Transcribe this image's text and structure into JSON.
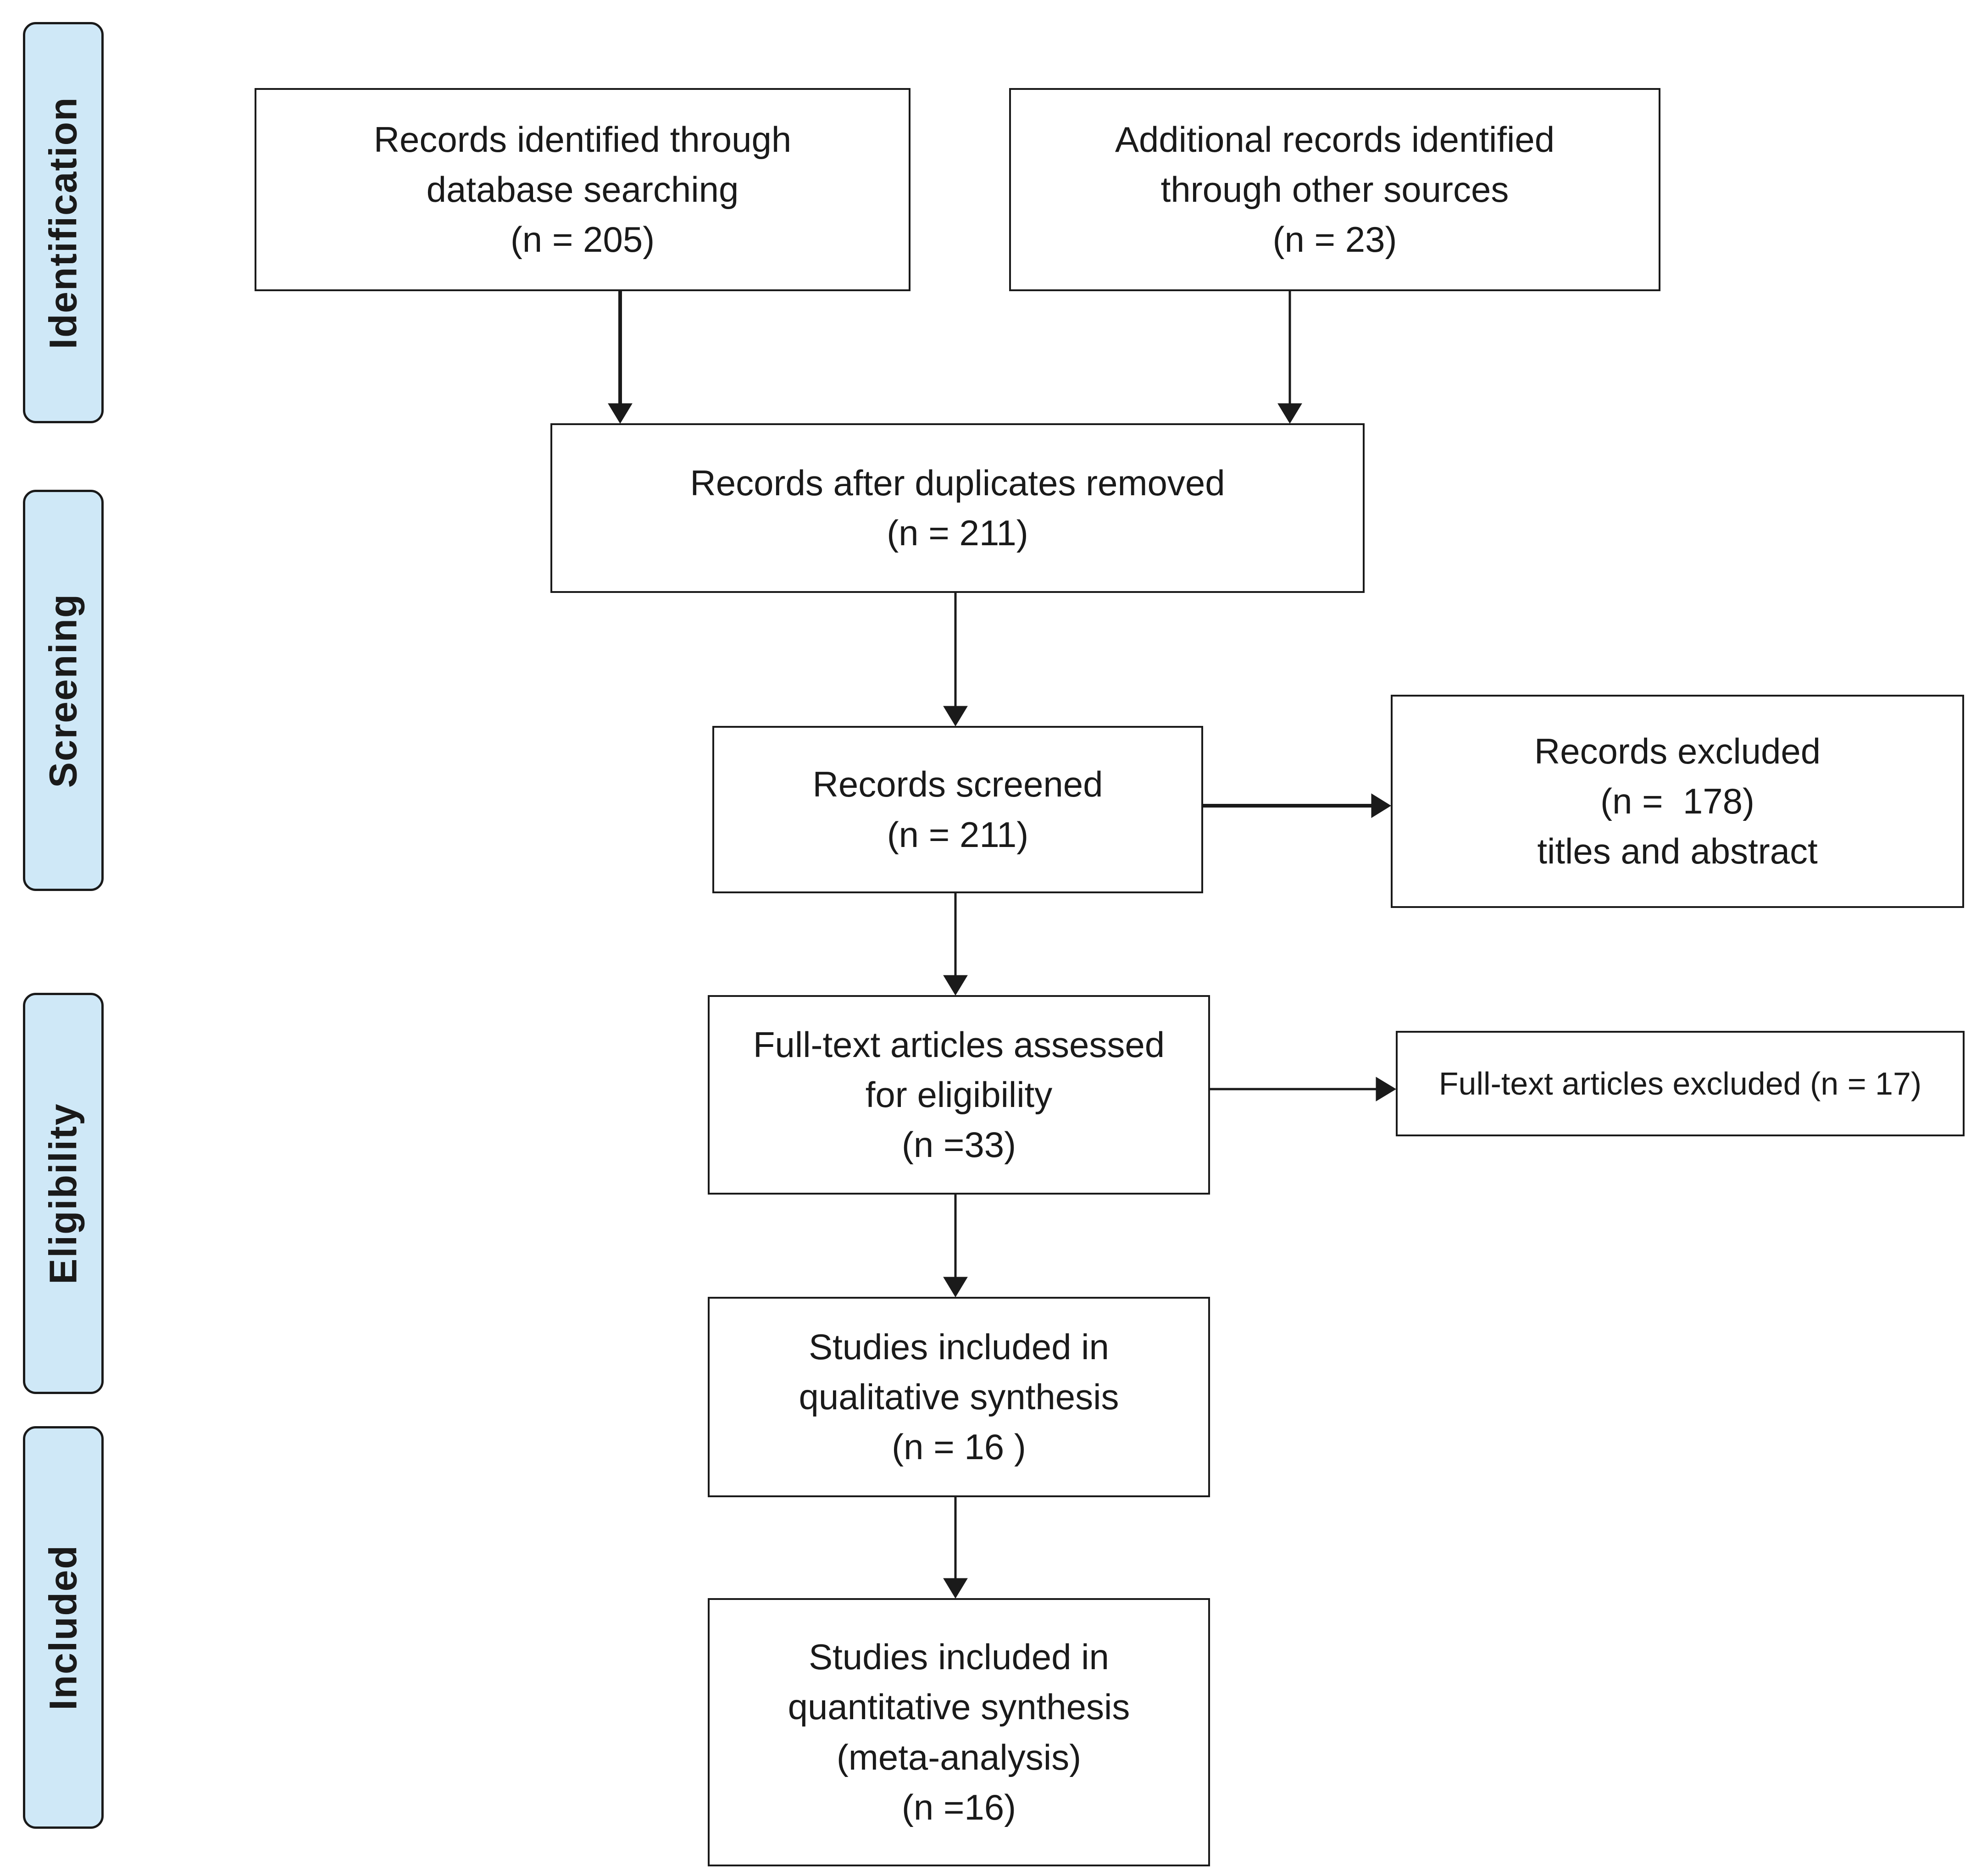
{
  "phases": {
    "identification": "Identification",
    "screening": "Screening",
    "eligibility": "Eligibility",
    "included": "Included"
  },
  "boxes": {
    "db_search": {
      "line1": "Records identified through",
      "line2": "database searching",
      "count": "(n = 205)"
    },
    "other_sources": {
      "line1": "Additional records identified",
      "line2": "through other sources",
      "count": "(n = 23)"
    },
    "dedup": {
      "line1": "Records after duplicates removed",
      "count": "(n = 211)"
    },
    "screened": {
      "line1": "Records screened",
      "count": "(n = 211)"
    },
    "records_excluded": {
      "line1": "Records excluded",
      "count": "(n =  178)",
      "line3": "titles and abstract"
    },
    "fulltext": {
      "line1": "Full-text articles assessed",
      "line2": "for eligibility",
      "count": "(n =33)"
    },
    "fulltext_excluded": {
      "line1": "Full-text articles excluded (n = 17)"
    },
    "qualitative": {
      "line1": "Studies included in",
      "line2": "qualitative synthesis",
      "count": "(n = 16 )"
    },
    "quantitative": {
      "line1": "Studies included in",
      "line2": "quantitative synthesis",
      "line3": "(meta-analysis)",
      "count": "(n =16)"
    }
  },
  "colors": {
    "phase_fill": "#cfe8f7",
    "stroke": "#1a1a1a",
    "box_fill": "#ffffff"
  }
}
